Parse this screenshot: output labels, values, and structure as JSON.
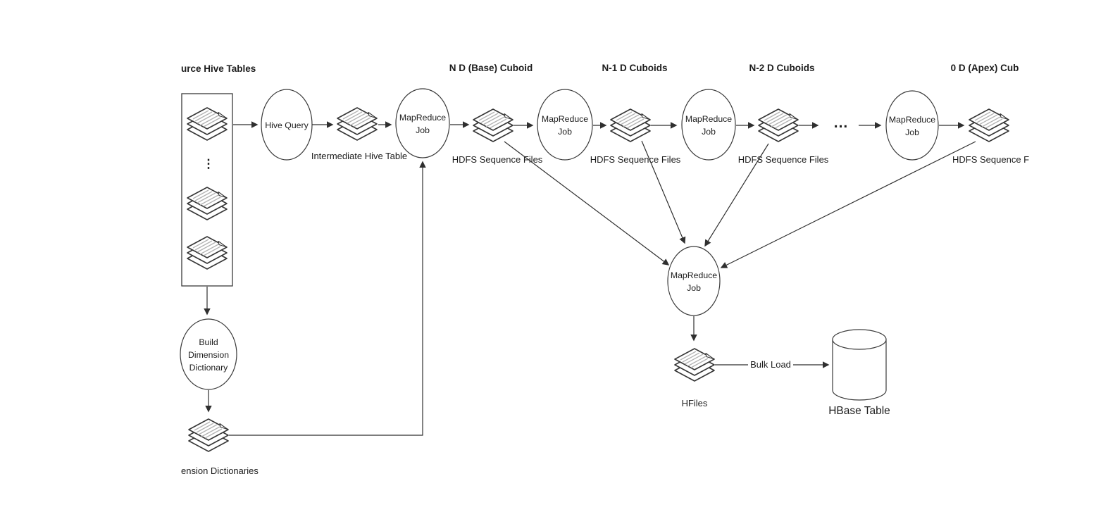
{
  "headers": {
    "source_hive_tables": "urce Hive Tables",
    "n_d_base_cuboid": "N D (Base) Cuboid",
    "n1_d_cuboids": "N-1 D Cuboids",
    "n2_d_cuboids": "N-2 D Cuboids",
    "zero_d_apex_cuboid": "0 D (Apex) Cub"
  },
  "nodes": {
    "hive_query": "Hive Query",
    "mapreduce_job_lines": [
      "MapReduce",
      "Job"
    ],
    "build_dimension_dictionary_lines": [
      "Build",
      "Dimension",
      "Dictionary"
    ]
  },
  "labels": {
    "intermediate_hive_table": "Intermediate Hive Table",
    "hdfs_sequence_files": "HDFS Sequence Files",
    "hdfs_sequence_files_truncated": "HDFS Sequence F",
    "dimension_dictionaries_truncated": "ension Dictionaries",
    "hfiles": "HFiles",
    "bulk_load": "Bulk Load",
    "hbase_table": "HBase Table",
    "ellipsis": "...",
    "vertical_ellipsis": "⋮"
  },
  "colors": {
    "line": "#2f2f2f",
    "text": "#1c1c1c",
    "paper_hatch": "#b3b3b3",
    "background": "#ffffff"
  }
}
